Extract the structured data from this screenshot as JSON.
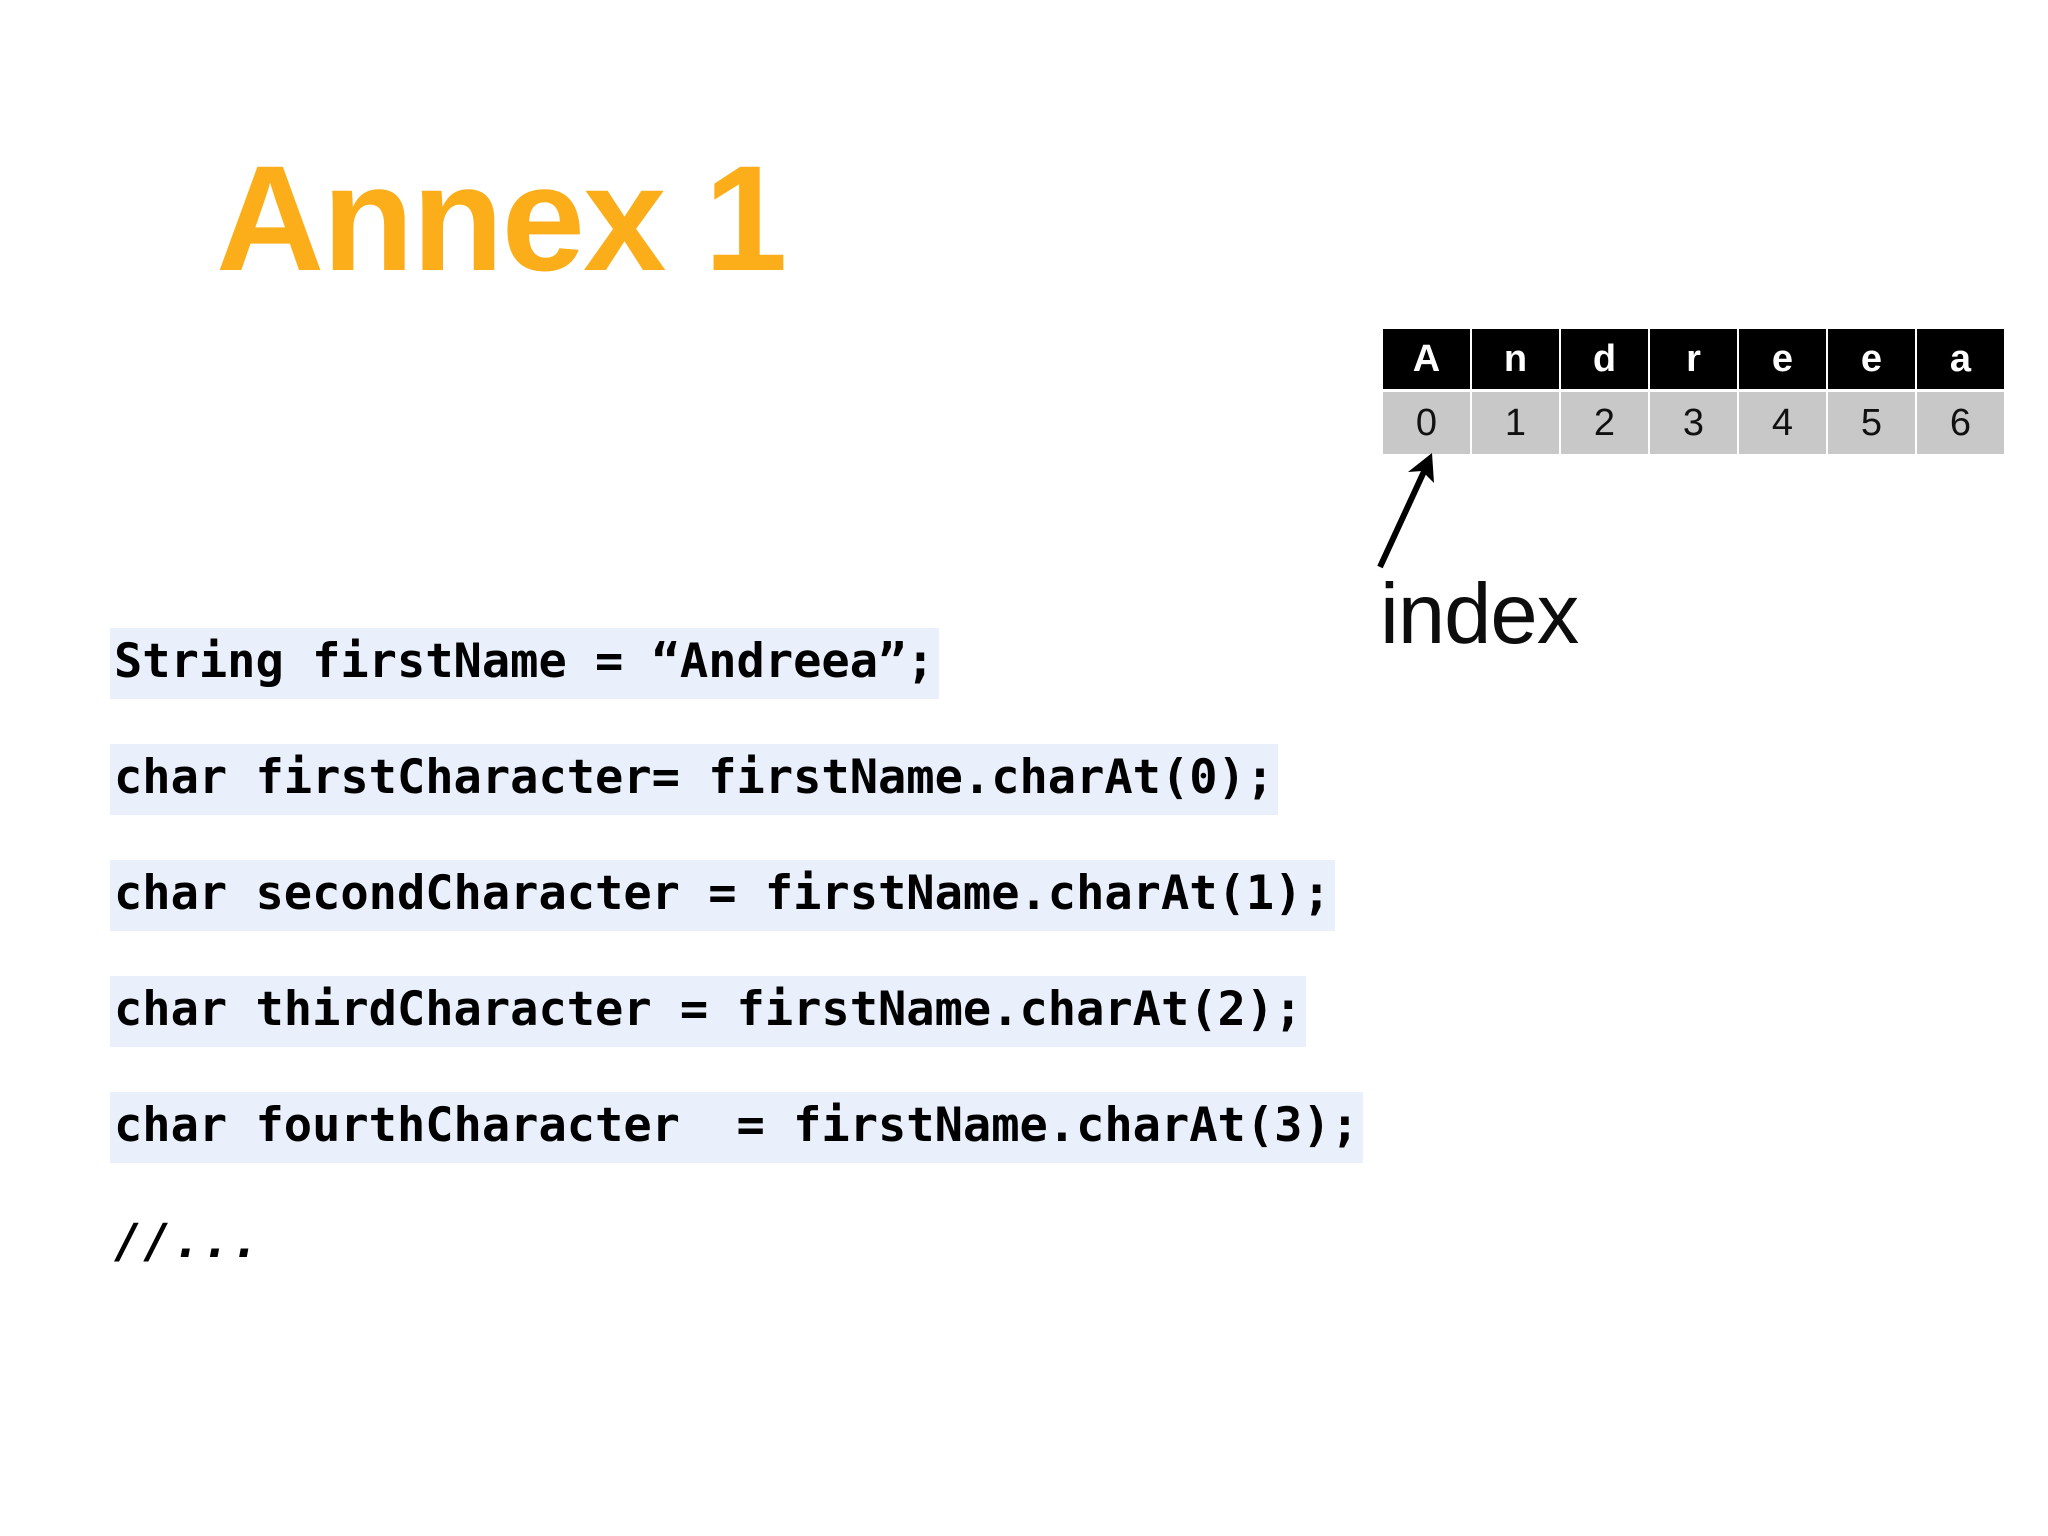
{
  "slide": {
    "title": "Annex 1",
    "title_color": "#FBAE1A",
    "background_color": "#FFFFFF"
  },
  "index_diagram": {
    "label": "index",
    "arrow": "arrow-up-right-icon",
    "char_row_background": "#000000",
    "char_row_color": "#FFFFFF",
    "index_row_background": "#C8C8C8",
    "index_row_color": "#111111",
    "characters": [
      "A",
      "n",
      "d",
      "r",
      "e",
      "e",
      "a"
    ],
    "indices": [
      "0",
      "1",
      "2",
      "3",
      "4",
      "5",
      "6"
    ]
  },
  "code": {
    "highlight_color": "#E9EFFB",
    "lines": [
      {
        "text": "String firstName = “Andreea”;",
        "highlighted": true
      },
      {
        "text": "char firstCharacter= firstName.charAt(0);",
        "highlighted": true
      },
      {
        "text": "char secondCharacter = firstName.charAt(1);",
        "highlighted": true
      },
      {
        "text": "char thirdCharacter = firstName.charAt(2);",
        "highlighted": true
      },
      {
        "text": "char fourthCharacter  = firstName.charAt(3);",
        "highlighted": true
      },
      {
        "text": "//...",
        "highlighted": false
      }
    ]
  }
}
